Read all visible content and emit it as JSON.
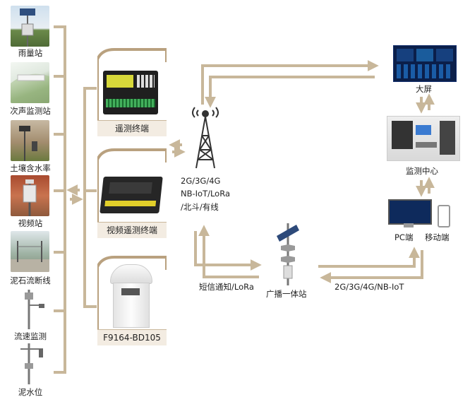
{
  "stations": [
    {
      "label": "雨量站",
      "icon": "rain-gauge-station-photo"
    },
    {
      "label": "次声监测站",
      "icon": "infrasound-station-photo"
    },
    {
      "label": "土壤含水率",
      "icon": "soil-moisture-station-photo"
    },
    {
      "label": "视频站",
      "icon": "video-station-photo"
    },
    {
      "label": "泥石流断线",
      "icon": "debris-flow-wire-station-photo"
    },
    {
      "label": "流速监测",
      "icon": "flow-velocity-station-photo"
    },
    {
      "label": "泥水位",
      "icon": "mud-level-station-photo"
    }
  ],
  "terminals": [
    {
      "label": "遥测终端",
      "icon": "telemetry-terminal-device"
    },
    {
      "label": "视频遥测终端",
      "icon": "video-telemetry-terminal-device"
    },
    {
      "label": "F9164-BD105",
      "icon": "beidou-terminal-device"
    }
  ],
  "tower": {
    "icon": "radio-tower-icon",
    "comm_lines": [
      "2G/3G/4G",
      "NB-IoT/LoRa",
      "/北斗/有线"
    ]
  },
  "broadcast": {
    "label": "广播一体站",
    "left_link": "短信通知/LoRa",
    "right_link": "2G/3G/4G/NB-IoT"
  },
  "right_side": {
    "big_screen": "大屏",
    "monitor_center": "监测中心",
    "pc": "PC端",
    "mobile": "移动端"
  },
  "colors": {
    "arrow": "#c8b79a",
    "card_accent": "#b9a17f"
  }
}
